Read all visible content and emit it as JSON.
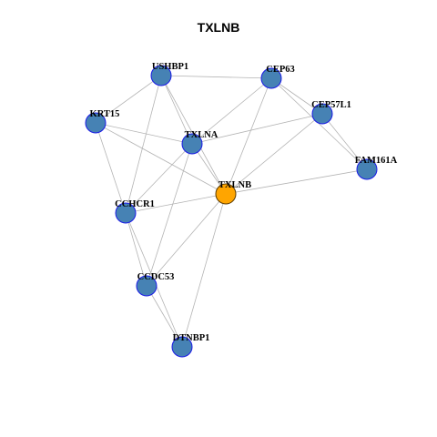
{
  "title": "TXLNB",
  "colors": {
    "node_fill": "#4682B4",
    "node_stroke": "#1A1AE6",
    "center_fill": "#FFA500",
    "center_stroke": "#5A3A00",
    "edge": "#B4B4B4"
  },
  "nodes": [
    {
      "id": "USHBP1",
      "label": "USHBP1"
    },
    {
      "id": "CEP63",
      "label": "CEP63"
    },
    {
      "id": "CEP57L1",
      "label": "CEP57L1"
    },
    {
      "id": "KRT15",
      "label": "KRT15"
    },
    {
      "id": "TXLNA",
      "label": "TXLNA"
    },
    {
      "id": "FAM161A",
      "label": "FAM161A"
    },
    {
      "id": "TXLNB",
      "label": "TXLNB",
      "center": true
    },
    {
      "id": "CCHCR1",
      "label": "CCHCR1"
    },
    {
      "id": "CCDC53",
      "label": "CCDC53"
    },
    {
      "id": "DTNBP1",
      "label": "DTNBP1"
    }
  ],
  "edges": [
    [
      "USHBP1",
      "CEP63"
    ],
    [
      "USHBP1",
      "KRT15"
    ],
    [
      "USHBP1",
      "TXLNA"
    ],
    [
      "USHBP1",
      "TXLNB"
    ],
    [
      "USHBP1",
      "CCHCR1"
    ],
    [
      "CEP63",
      "TXLNA"
    ],
    [
      "CEP63",
      "CEP57L1"
    ],
    [
      "CEP63",
      "FAM161A"
    ],
    [
      "CEP63",
      "TXLNB"
    ],
    [
      "CEP57L1",
      "FAM161A"
    ],
    [
      "CEP57L1",
      "TXLNA"
    ],
    [
      "CEP57L1",
      "TXLNB"
    ],
    [
      "KRT15",
      "TXLNA"
    ],
    [
      "KRT15",
      "TXLNB"
    ],
    [
      "KRT15",
      "CCHCR1"
    ],
    [
      "TXLNA",
      "TXLNB"
    ],
    [
      "TXLNA",
      "CCHCR1"
    ],
    [
      "TXLNA",
      "CCDC53"
    ],
    [
      "TXLNB",
      "FAM161A"
    ],
    [
      "TXLNB",
      "CCHCR1"
    ],
    [
      "TXLNB",
      "CCDC53"
    ],
    [
      "TXLNB",
      "DTNBP1"
    ],
    [
      "CCHCR1",
      "CCDC53"
    ],
    [
      "CCHCR1",
      "DTNBP1"
    ],
    [
      "CCDC53",
      "DTNBP1"
    ]
  ]
}
